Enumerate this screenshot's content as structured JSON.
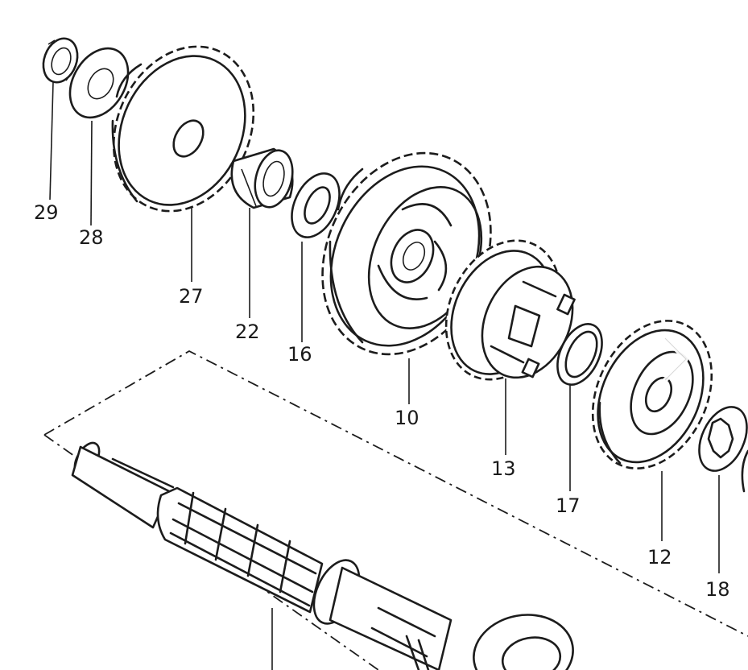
{
  "diagram": {
    "parts": [
      {
        "id": "29",
        "label": "29"
      },
      {
        "id": "28",
        "label": "28"
      },
      {
        "id": "27",
        "label": "27"
      },
      {
        "id": "22",
        "label": "22"
      },
      {
        "id": "16",
        "label": "16"
      },
      {
        "id": "10",
        "label": "10"
      },
      {
        "id": "13",
        "label": "13"
      },
      {
        "id": "17",
        "label": "17"
      },
      {
        "id": "12",
        "label": "12"
      },
      {
        "id": "18",
        "label": "18"
      }
    ]
  },
  "viewer": {
    "next_icon": "chevron-right-icon"
  }
}
